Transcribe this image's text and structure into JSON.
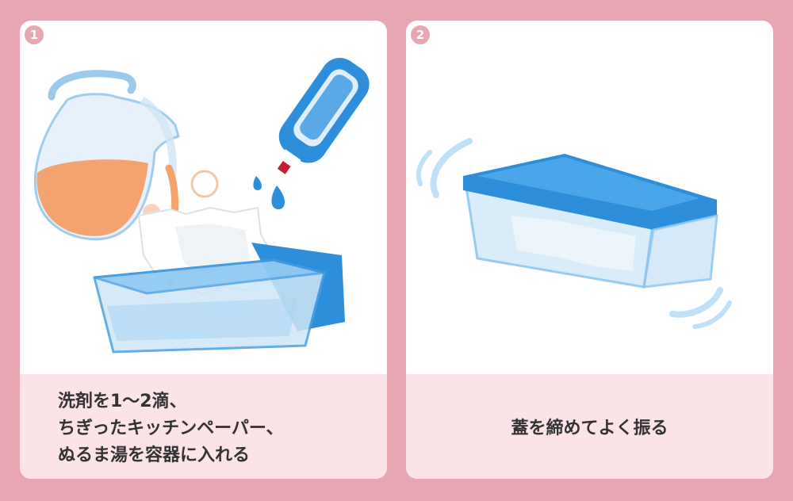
{
  "steps": [
    {
      "number": "1",
      "caption_lines": [
        "洗剤を1～2滴、",
        "ちぎったキッチンペーパー、",
        "ぬるま湯を容器に入れる"
      ],
      "icons": [
        "pitcher-icon",
        "detergent-bottle-icon",
        "container-icon",
        "paper-towel-icon"
      ]
    },
    {
      "number": "2",
      "caption": "蓋を締めてよく振る",
      "icons": [
        "lidded-container-icon",
        "shake-motion-icon"
      ]
    }
  ],
  "colors": {
    "background": "#e8a6b2",
    "caption_bg": "#fbe3e8",
    "badge": "#e8a6b2",
    "water": "#f3a46e",
    "container": "#3b96df"
  }
}
